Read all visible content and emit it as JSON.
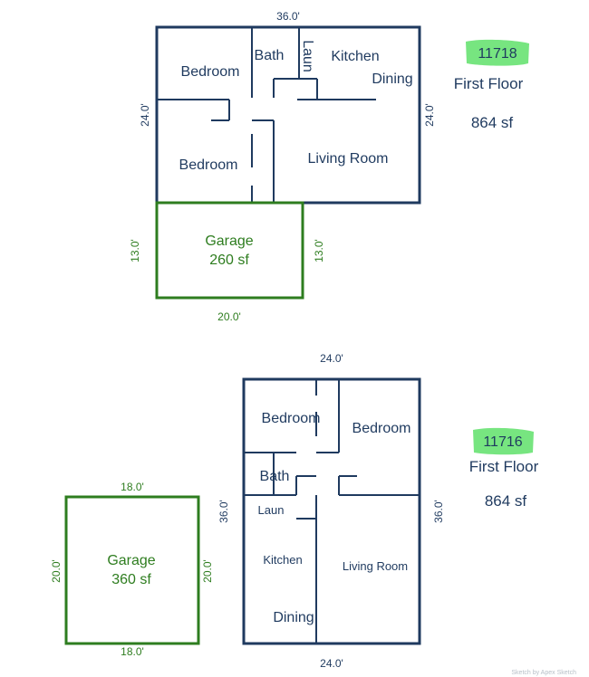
{
  "plan_a": {
    "id_label": "11718",
    "floor_label": "First Floor",
    "area_label": "864 sf",
    "dims": {
      "top": "36.0'",
      "left": "24.0'",
      "right": "24.0'"
    },
    "rooms": {
      "bedroom1": "Bedroom",
      "bath": "Bath",
      "laun": "Laun",
      "kitchen": "Kitchen",
      "dining": "Dining",
      "bedroom2": "Bedroom",
      "living": "Living Room"
    },
    "garage": {
      "title": "Garage",
      "area": "260 sf",
      "dims": {
        "left": "13.0'",
        "right": "13.0'",
        "bottom": "20.0'"
      }
    }
  },
  "plan_b": {
    "id_label": "11716",
    "floor_label": "First Floor",
    "area_label": "864 sf",
    "dims": {
      "top": "24.0'",
      "bottom": "24.0'",
      "left": "36.0'",
      "right": "36.0'"
    },
    "rooms": {
      "bedroom1": "Bedroom",
      "bedroom2": "Bedroom",
      "bath": "Bath",
      "laun": "Laun",
      "kitchen": "Kitchen",
      "living": "Living Room",
      "dining": "Dining"
    },
    "garage": {
      "title": "Garage",
      "area": "360 sf",
      "dims": {
        "top": "18.0'",
        "bottom": "18.0'",
        "left": "20.0'",
        "right": "20.0'"
      }
    }
  },
  "footer_text": "Sketch by Apex Sketch",
  "colors": {
    "house_walls": "#1f3a5f",
    "garage_walls": "#2e7d1f",
    "highlight": "#5fe06a"
  }
}
